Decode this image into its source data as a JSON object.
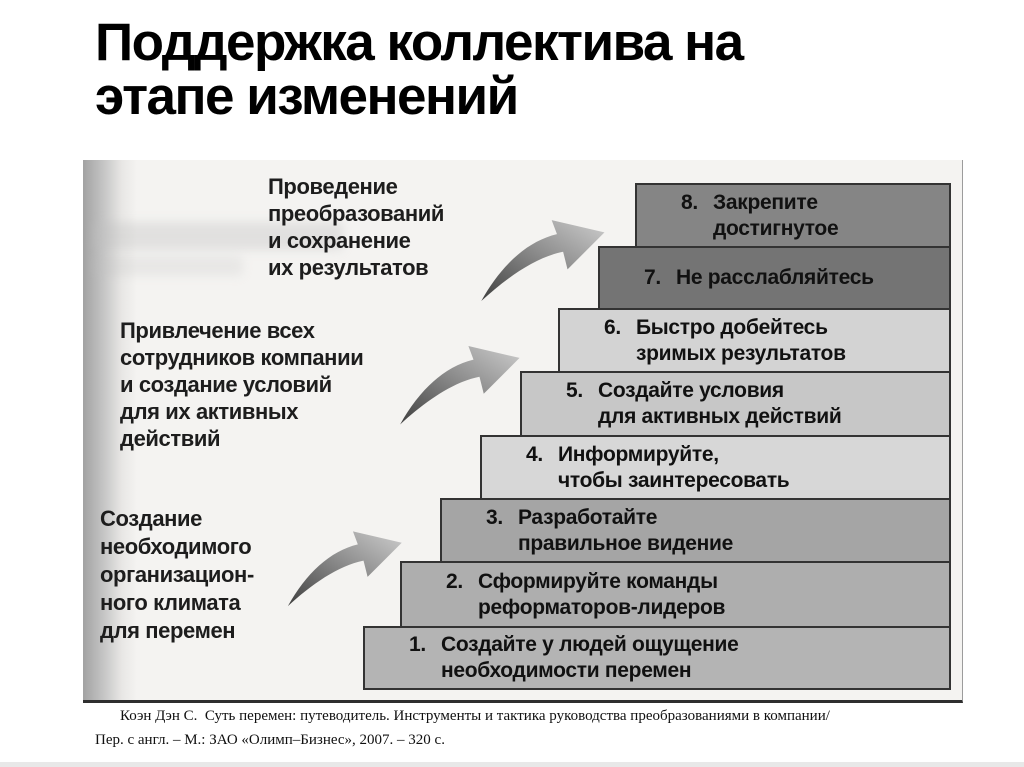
{
  "slide": {
    "title": "Поддержка коллектива на\nэтапе изменений"
  },
  "diagram": {
    "stage_labels": [
      {
        "text": "Проведение\nпреобразований\nи сохранение\nих результатов"
      },
      {
        "text": "Привлечение всех\nсотрудников компании\nи создание условий\nдля их активных\nдействий"
      },
      {
        "text": "Создание\nнеобходимого\nорганизацион-\nного климата\nдля перемен"
      }
    ],
    "steps": [
      {
        "num": "8.",
        "line1": "Закрепите",
        "line2": "достигнутое",
        "bg": "#858585"
      },
      {
        "num": "7.",
        "line1": "Не расслабляйтесь",
        "line2": "",
        "bg": "#747474"
      },
      {
        "num": "6.",
        "line1": "Быстро добейтесь",
        "line2": "зримых результатов",
        "bg": "#d3d3d3"
      },
      {
        "num": "5.",
        "line1": "Создайте условия",
        "line2": "для активных действий",
        "bg": "#c7c7c7"
      },
      {
        "num": "4.",
        "line1": "Информируйте,",
        "line2": "чтобы заинтересовать",
        "bg": "#d7d7d7"
      },
      {
        "num": "3.",
        "line1": "Разработайте",
        "line2": "правильное видение",
        "bg": "#a5a5a5"
      },
      {
        "num": "2.",
        "line1": "Сформируйте команды",
        "line2": "реформаторов-лидеров",
        "bg": "#aeaeae"
      },
      {
        "num": "1.",
        "line1": "Создайте у людей ощущение",
        "line2": "необходимости перемен",
        "bg": "#b4b4b4"
      }
    ],
    "arrow_colors": {
      "dark": "#3f3f3f",
      "mid": "#8f8f8f",
      "light": "#cdcdcd"
    }
  },
  "footer": {
    "line1": "Коэн Дэн С.  Суть перемен: путеводитель. Инструменты и тактика руководства преобразованиями в компании/",
    "line2": "Пер. с англ. – М.: ЗАО «Олимп–Бизнес», 2007. – 320 с."
  }
}
